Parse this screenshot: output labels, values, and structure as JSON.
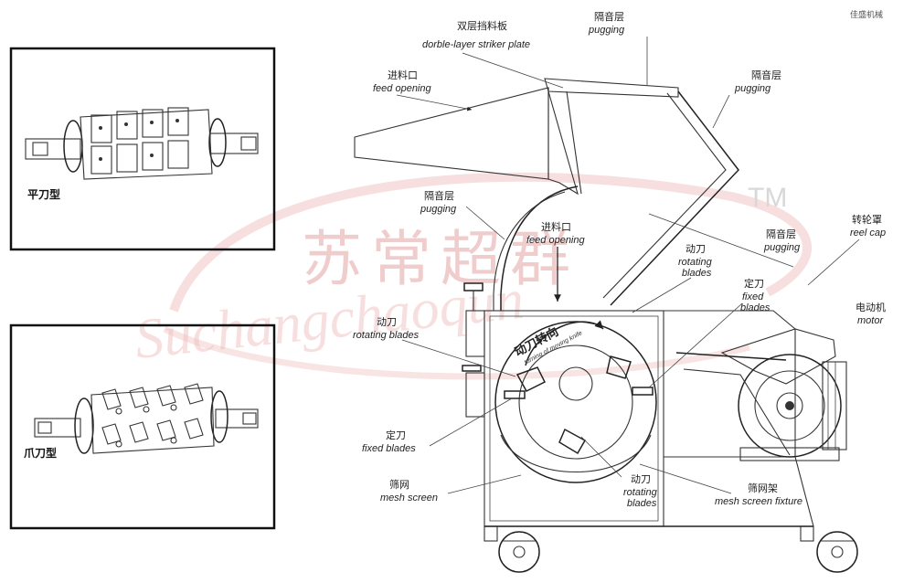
{
  "corner_text": "佳盛机械",
  "watermark": {
    "cn": "苏常超群",
    "en": "Suchangchaoqun",
    "tm": "TM"
  },
  "cutters": {
    "flat": "平刀型",
    "claw": "爪刀型"
  },
  "labels": {
    "striker_cn": "双层挡料板",
    "striker_en": "dorble-layer striker plate",
    "pugging_top_cn": "隔音层",
    "pugging_top_en": "pugging",
    "pugging_right_cn": "隔音层",
    "pugging_right_en": "pugging",
    "feed1_cn": "进料口",
    "feed1_en": "feed opening",
    "pugging_left_cn": "隔音层",
    "pugging_left_en": "pugging",
    "feed2_cn": "进料口",
    "feed2_en": "feed opening",
    "pugging_mid_cn": "隔音层",
    "pugging_mid_en": "pugging",
    "reel_cn": "转轮罩",
    "reel_en": "reel cap",
    "rot_right_cn": "动刀",
    "rot_right_en1": "rotating",
    "rot_right_en2": "blades",
    "fixed_right_cn": "定刀",
    "fixed_right_en1": "fixed",
    "fixed_right_en2": "blades",
    "motor_cn": "电动机",
    "motor_en": "motor",
    "rot_left_cn": "动刀",
    "rot_left_en": "rotating blades",
    "dir_cn": "动刀转向",
    "dir_en": "turning of moving knife",
    "fixed_left_cn": "定刀",
    "fixed_left_en": "fixed blades",
    "mesh_cn": "筛网",
    "mesh_en": "mesh screen",
    "rot_bottom_cn": "动刀",
    "rot_bottom_en1": "rotating",
    "rot_bottom_en2": "blades",
    "fixture_cn": "筛网架",
    "fixture_en": "mesh screen fixture"
  }
}
